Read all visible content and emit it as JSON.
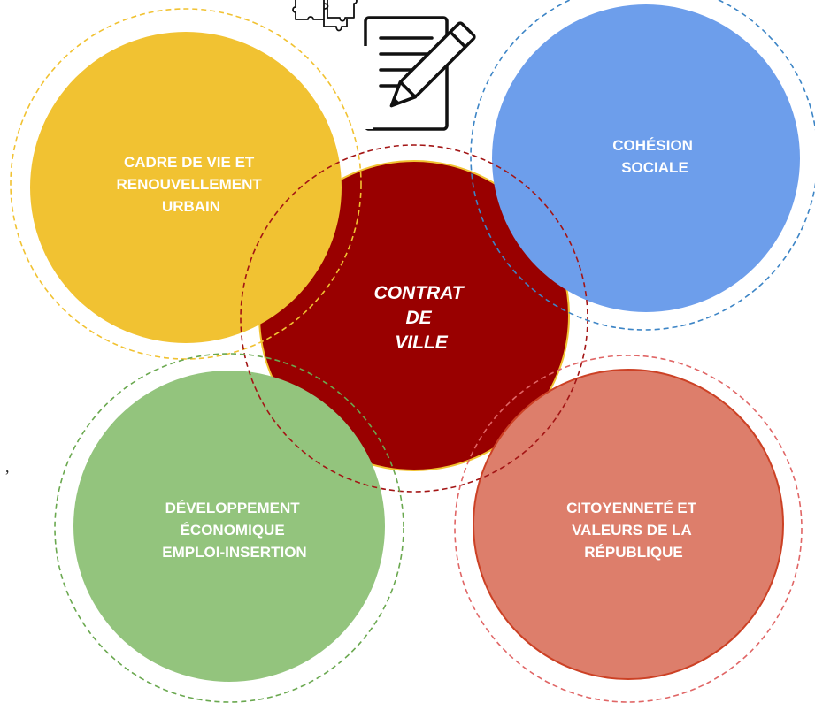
{
  "center": {
    "title_lines": [
      "CONTRAT",
      "DE",
      "VILLE"
    ],
    "fill": "#990000",
    "border": "#f1c232",
    "dash": "#a31515"
  },
  "pillars": {
    "cadre_de_vie": {
      "lines": [
        "CADRE DE VIE ET",
        "RENOUVELLEMENT",
        "URBAIN"
      ],
      "fill": "#f1c232",
      "dash": "#f1c232"
    },
    "cohesion_sociale": {
      "lines": [
        "COHÉSION",
        "SOCIALE"
      ],
      "fill": "#6d9eeb",
      "dash": "#3d85c6"
    },
    "developpement_economique": {
      "lines": [
        "DÉVELOPPEMENT",
        "ÉCONOMIQUE",
        "EMPLOI-INSERTION"
      ],
      "fill": "#93c47d",
      "dash": "#6aa84f"
    },
    "citoyennete": {
      "lines": [
        "CITOYENNETÉ ET",
        "VALEURS DE LA",
        "RÉPUBLIQUE"
      ],
      "fill": "#dd7e6b",
      "border": "#cc4125",
      "dash": "#e06666"
    }
  },
  "icons": {
    "document": "document-pencil-icon",
    "puzzle": "puzzle-pieces-icon"
  },
  "stray_mark": ","
}
